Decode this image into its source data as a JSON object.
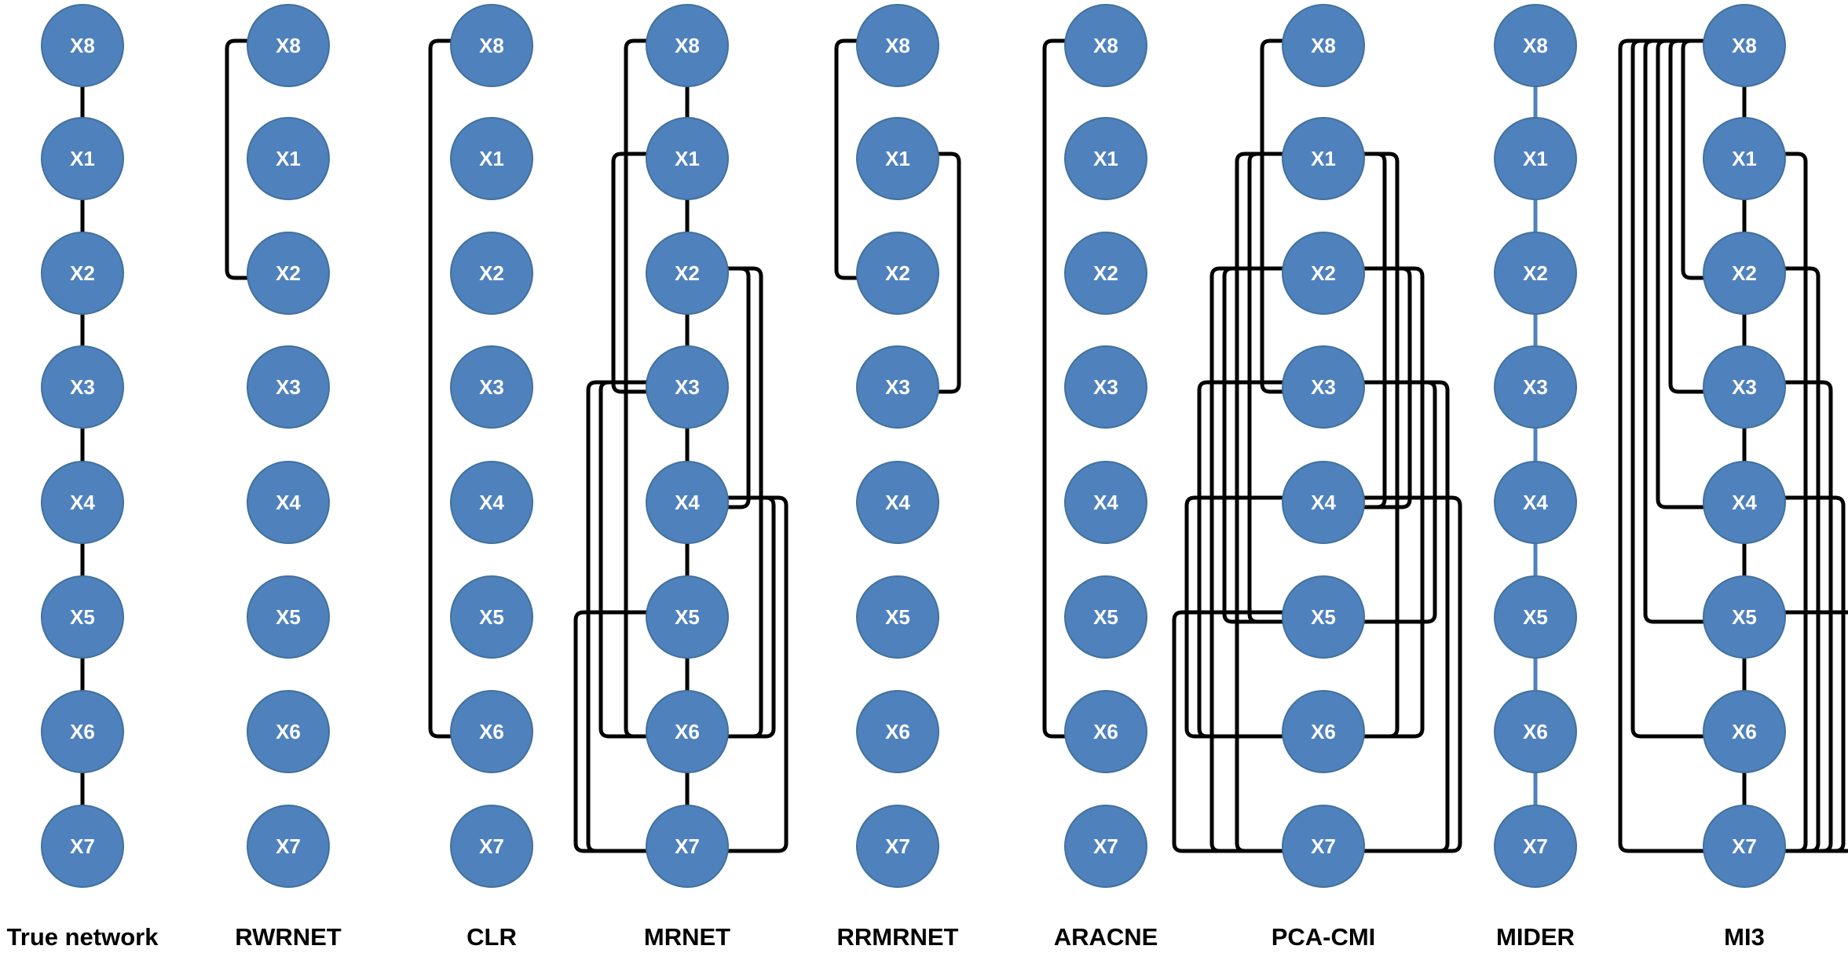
{
  "node_order": [
    "X8",
    "X1",
    "X2",
    "X3",
    "X4",
    "X5",
    "X6",
    "X7"
  ],
  "colors": {
    "node": "#4f81bd",
    "node_text": "#ffffff",
    "edge": "#000000",
    "chain_alt": "#4f81bd"
  },
  "networks": [
    {
      "id": "true-network",
      "title": "True network",
      "chain": true,
      "chain_color": "edge",
      "edges": []
    },
    {
      "id": "rwrnet",
      "title": "RWRNET",
      "chain": false,
      "edges": [
        [
          "X8",
          "X2"
        ]
      ]
    },
    {
      "id": "clr",
      "title": "CLR",
      "chain": false,
      "edges": [
        [
          "X8",
          "X6"
        ]
      ]
    },
    {
      "id": "mrnet",
      "title": "MRNET",
      "chain": true,
      "chain_color": "edge",
      "edges": [
        [
          "X8",
          "X6"
        ],
        [
          "X1",
          "X3"
        ],
        [
          "X2",
          "X4"
        ],
        [
          "X2",
          "X6"
        ],
        [
          "X3",
          "X6"
        ],
        [
          "X3",
          "X7"
        ],
        [
          "X4",
          "X6"
        ],
        [
          "X4",
          "X7"
        ],
        [
          "X5",
          "X7"
        ]
      ]
    },
    {
      "id": "rrmrnet",
      "title": "RRMRNET",
      "chain": false,
      "edges": [
        [
          "X8",
          "X2"
        ],
        [
          "X1",
          "X3"
        ]
      ]
    },
    {
      "id": "aracne",
      "title": "ARACNE",
      "chain": false,
      "edges": [
        [
          "X8",
          "X6"
        ]
      ]
    },
    {
      "id": "pca-cmi",
      "title": "PCA-CMI",
      "chain": false,
      "edges": [
        [
          "X8",
          "X3"
        ],
        [
          "X1",
          "X4"
        ],
        [
          "X1",
          "X5"
        ],
        [
          "X1",
          "X6"
        ],
        [
          "X1",
          "X7"
        ],
        [
          "X2",
          "X4"
        ],
        [
          "X2",
          "X5"
        ],
        [
          "X2",
          "X6"
        ],
        [
          "X2",
          "X7"
        ],
        [
          "X3",
          "X5"
        ],
        [
          "X3",
          "X6"
        ],
        [
          "X3",
          "X7"
        ],
        [
          "X4",
          "X6"
        ],
        [
          "X4",
          "X7"
        ],
        [
          "X5",
          "X7"
        ]
      ]
    },
    {
      "id": "mider",
      "title": "MIDER",
      "chain": true,
      "chain_color": "chain_alt",
      "edges": []
    },
    {
      "id": "mi3",
      "title": "MI3",
      "chain": true,
      "chain_color": "edge",
      "edges": [
        [
          "X8",
          "X2"
        ],
        [
          "X8",
          "X3"
        ],
        [
          "X8",
          "X4"
        ],
        [
          "X8",
          "X5"
        ],
        [
          "X8",
          "X6"
        ],
        [
          "X8",
          "X7"
        ],
        [
          "X1",
          "X7"
        ],
        [
          "X2",
          "X7"
        ],
        [
          "X3",
          "X7"
        ],
        [
          "X4",
          "X7"
        ],
        [
          "X5",
          "X7"
        ]
      ]
    }
  ]
}
